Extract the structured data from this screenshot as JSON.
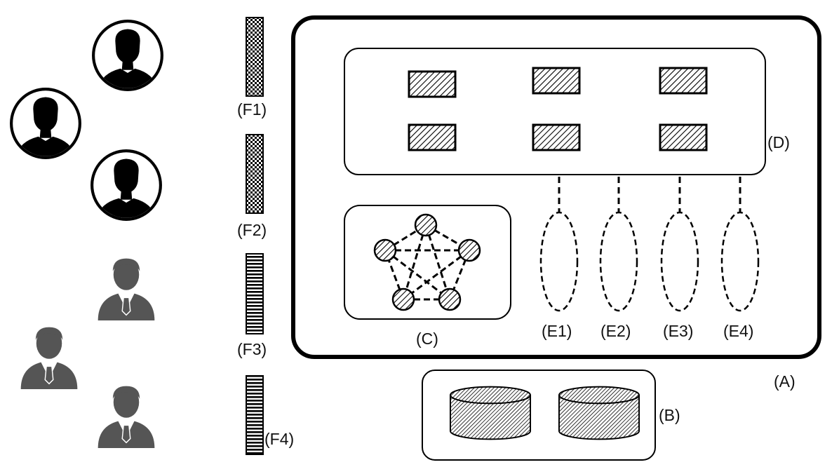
{
  "labels": {
    "A": "(A)",
    "B": "(B)",
    "C": "(C)",
    "D": "(D)",
    "E1": "(E1)",
    "E2": "(E2)",
    "E3": "(E3)",
    "E4": "(E4)",
    "F1": "(F1)",
    "F2": "(F2)",
    "F3": "(F3)",
    "F4": "(F4)"
  },
  "icons": {
    "user_round": "user-silhouette-circle-icon",
    "user_suit": "businessman-icon",
    "database": "database-cylinder-icon",
    "module": "hatched-module-icon",
    "network_node": "network-node-icon"
  },
  "colors": {
    "line": "#000000",
    "suit_person": "#555555"
  }
}
